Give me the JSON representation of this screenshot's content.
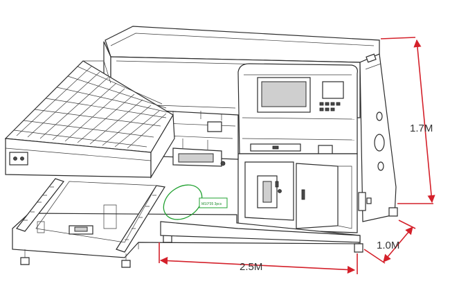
{
  "dimensions": {
    "height": "1.7M",
    "depth": "1.0M",
    "width": "2.5M"
  },
  "callout": {
    "label": "M10*35 3pcs"
  },
  "colors": {
    "dimension_line": "#d4202a",
    "callout": "#1fa02f"
  }
}
